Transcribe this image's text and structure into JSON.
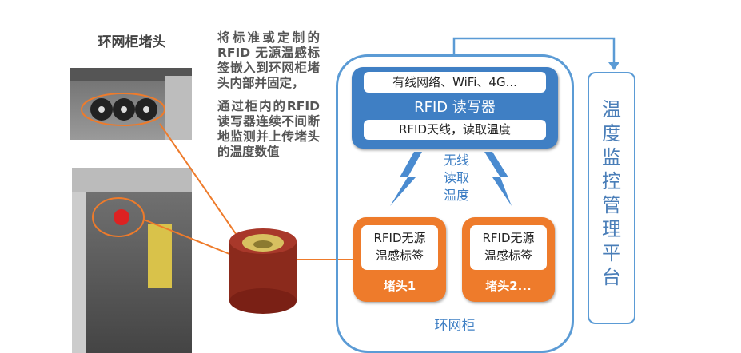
{
  "left": {
    "title": "环网柜堵头",
    "desc_1": "将标准或定制的 RFID 无源温感标签嵌入到环网柜堵头内部并固定，",
    "desc_2": "通过柜内的RFID读写器连续不间断地监测并上传堵头的温度数值"
  },
  "reader": {
    "network": "有线网络、WiFi、4G...",
    "title": "RFID 读写器",
    "antenna": "RFID天线，读取温度"
  },
  "wireless": [
    "无线",
    "读取",
    "温度"
  ],
  "tags": [
    {
      "text1": "RFID无源",
      "text2": "温感标签",
      "label": "堵头1"
    },
    {
      "text1": "RFID无源",
      "text2": "温感标签",
      "label": "堵头2..."
    }
  ],
  "cabinet_label": "环网柜",
  "platform": [
    "温",
    "度",
    "监",
    "控",
    "管",
    "理",
    "平",
    "台"
  ],
  "colors": {
    "blue": "#3f7fc4",
    "orange": "#ee7b2b",
    "border": "#5b9bd5"
  }
}
